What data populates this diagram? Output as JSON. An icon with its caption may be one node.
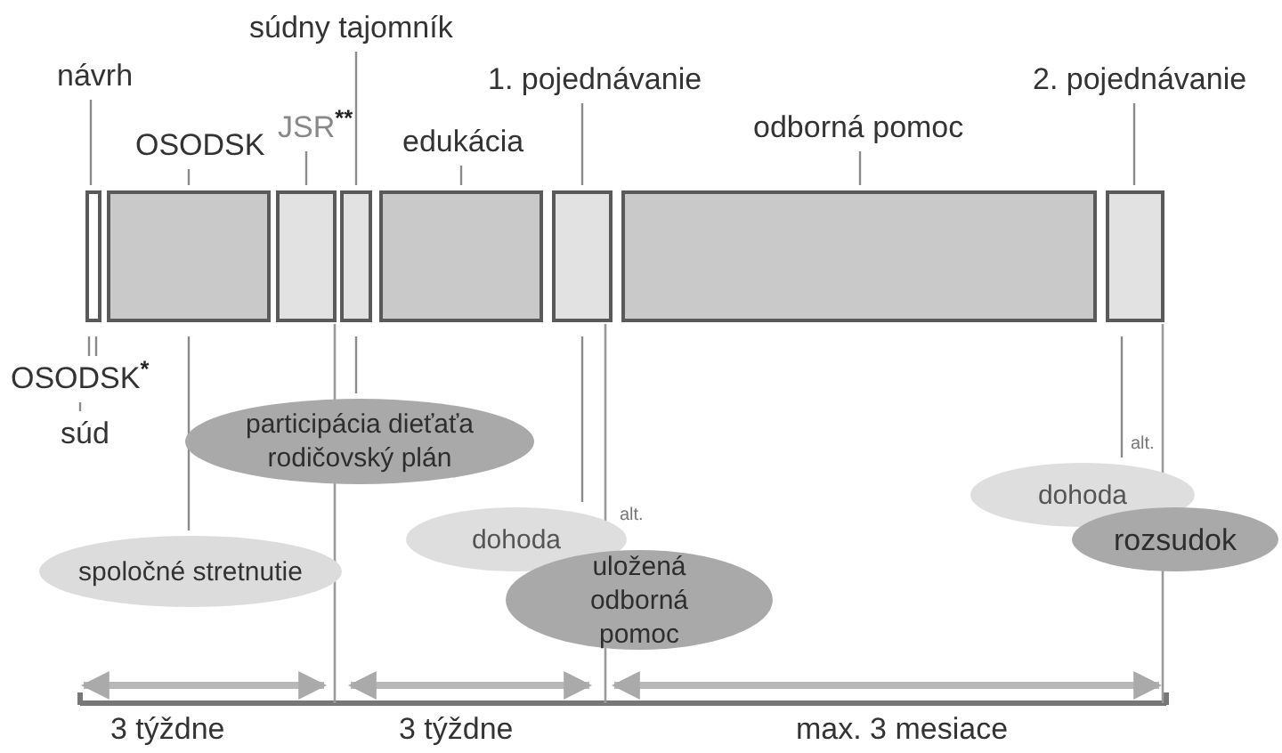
{
  "diagram": {
    "nodes": [
      {
        "text": [
          "súdny tajomník"
        ]
      },
      {
        "text": [
          "návrh"
        ]
      },
      {
        "text": [
          "1. pojednávanie"
        ]
      },
      {
        "text": [
          "2. pojednávanie"
        ]
      },
      {
        "text": [
          "OSODSK"
        ]
      },
      {
        "text": [
          "JSR$^{**}$"
        ]
      },
      {
        "text": [
          "edukácia"
        ]
      },
      {
        "text": [
          "odborná pomoc"
        ]
      },
      {
        "text": [],
        "shape": "box"
      },
      {
        "text": [],
        "shape": "box"
      },
      {
        "text": [],
        "shape": "box"
      },
      {
        "text": [],
        "shape": "box"
      },
      {
        "text": [],
        "shape": "box"
      },
      {
        "text": [],
        "shape": "box"
      },
      {
        "text": [],
        "shape": "box"
      },
      {
        "text": [],
        "shape": "box"
      },
      {
        "text": [
          "OSODSK$^{*}$"
        ]
      },
      {
        "text": [
          "participácia dieťaťa rodičovský plán"
        ]
      },
      {
        "text": [
          "súd"
        ]
      },
      {
        "text": [
          "dohoda"
        ]
      },
      {
        "text": [
          "spoločné stretnutie"
        ]
      },
      {
        "text": [
          "uložená odborná pomoc"
        ]
      },
      {
        "text": [
          "dohoda"
        ]
      },
      {
        "text": [
          "rozsudok"
        ]
      }
    ],
    "edges": [
      {
        "from": 1,
        "to": 8,
        "arrow": "none"
      },
      {
        "from": 4,
        "to": 9,
        "arrow": "none"
      },
      {
        "from": 5,
        "to": 10,
        "arrow": "none"
      },
      {
        "from": 0,
        "to": 11,
        "arrow": "none"
      },
      {
        "from": 6,
        "to": 12,
        "arrow": "none"
      },
      {
        "from": 2,
        "to": 13,
        "arrow": "none"
      },
      {
        "from": 7,
        "to": 14,
        "arrow": "none"
      },
      {
        "from": 3,
        "to": 15,
        "arrow": "none"
      },
      {
        "from": 8,
        "to": 16,
        "arrow": "none"
      },
      {
        "from": 16,
        "to": 18,
        "arrow": "none"
      },
      {
        "from": 9,
        "to": 20,
        "arrow": "none"
      },
      {
        "from": 11,
        "to": 17,
        "arrow": "none"
      },
      {
        "from": 13,
        "to": 19,
        "arrow": "none"
      },
      {
        "from": 15,
        "to": 22,
        "arrow": "none"
      }
    ],
    "labels": [
      "alt.",
      "alt.",
      "3 týždne",
      "3 týždne",
      "max. 3 mesiace"
    ]
  }
}
